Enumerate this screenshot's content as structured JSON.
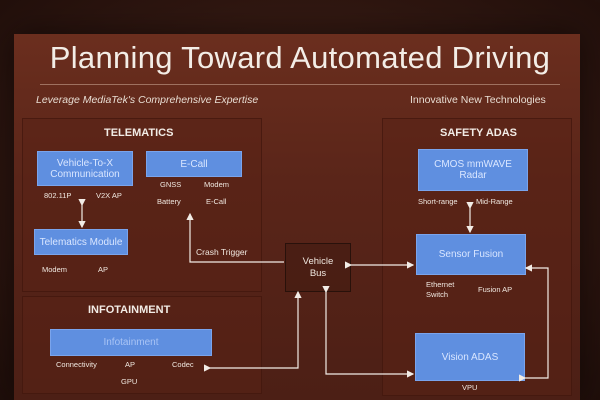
{
  "title": "Planning Toward Automated Driving",
  "subtitle_left": "Leverage MediaTek's Comprehensive Expertise",
  "subtitle_right": "Innovative New Technologies",
  "telematics": {
    "title": "TELEMATICS",
    "v2x": {
      "label": "Vehicle-To-X Communication",
      "sub": [
        "802.11P",
        "V2X AP"
      ]
    },
    "ecall": {
      "label": "E-Call",
      "sub": [
        "GNSS",
        "Modem",
        "Battery",
        "E-Call"
      ]
    },
    "module": {
      "label": "Telematics Module",
      "sub": [
        "Modem",
        "AP"
      ]
    }
  },
  "crash_trigger": "Crash Trigger",
  "vehicle_bus": "Vehicle Bus",
  "infotainment": {
    "title": "INFOTAINMENT",
    "box": {
      "label": "Infotainment",
      "sub": [
        "Connectivity",
        "AP",
        "Codec",
        "GPU"
      ]
    }
  },
  "safety": {
    "title": "SAFETY ADAS",
    "radar": {
      "label": "CMOS mmWAVE Radar",
      "sub": [
        "Short-range",
        "Mid-Range"
      ]
    },
    "fusion": {
      "label": "Sensor Fusion",
      "sub": [
        "Ethernet Switch",
        "Fusion AP"
      ]
    },
    "vision": {
      "label": "Vision ADAS",
      "sub": [
        "VPU"
      ]
    }
  },
  "colors": {
    "box_fill": "#5f8fe0",
    "slide_bg": "#5a2519",
    "text": "#f0e8e0"
  }
}
